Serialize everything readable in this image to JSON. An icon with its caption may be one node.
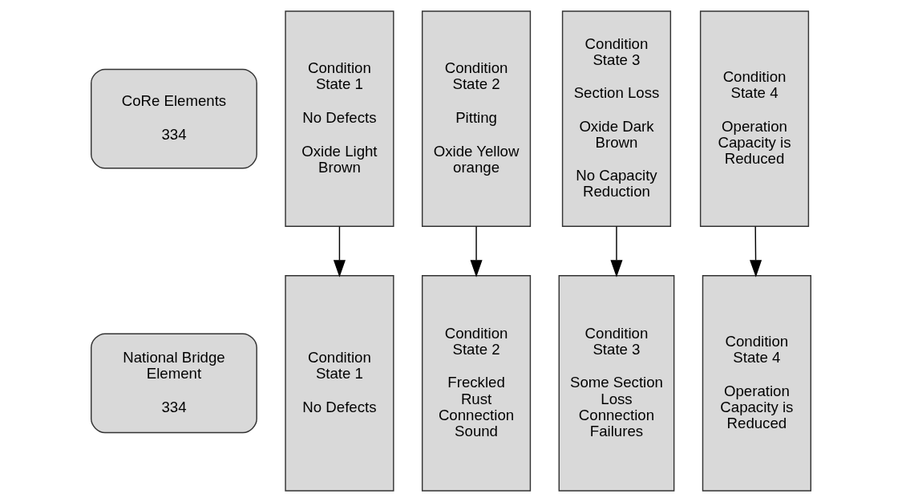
{
  "diagram": {
    "nodes": [
      {
        "text": [
          "CoRe Elements",
          "334"
        ]
      },
      {
        "text": [
          "Condition State 1",
          "No Defects",
          "Oxide Light Brown"
        ]
      },
      {
        "text": [
          "Condition State 2",
          "Pitting",
          "Oxide Yellow orange"
        ]
      },
      {
        "text": [
          "Condition State 3",
          "Section Loss",
          "Oxide Dark Brown",
          "No Capacity Reduction"
        ]
      },
      {
        "text": [
          "Condition State 4",
          "Operation Capacity is Reduced"
        ]
      },
      {
        "text": [
          "National Bridge Element",
          "334"
        ]
      },
      {
        "text": [
          "Condition State 1",
          "No Defects"
        ]
      },
      {
        "text": [
          "Condition State 2",
          "Freckled Rust Connection Sound"
        ]
      },
      {
        "text": [
          "Condition State 3",
          "Some Section Loss Connection Failures"
        ]
      },
      {
        "text": [
          "Condition State 4",
          "Operation Capacity is Reduced"
        ]
      }
    ],
    "edges": [
      {
        "from": 1,
        "to": 6,
        "arrow": "to"
      },
      {
        "from": 2,
        "to": 7,
        "arrow": "to"
      },
      {
        "from": 3,
        "to": 8,
        "arrow": "to"
      },
      {
        "from": 4,
        "to": 9,
        "arrow": "to"
      }
    ]
  }
}
